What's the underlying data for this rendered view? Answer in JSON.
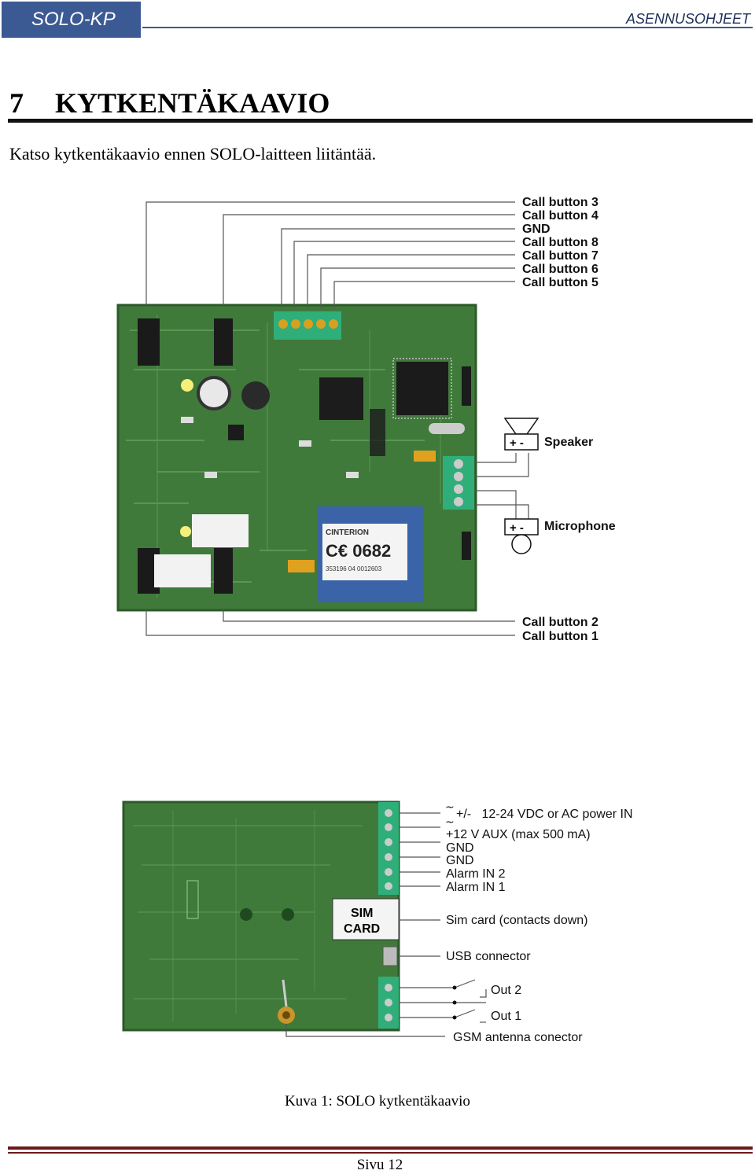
{
  "header": {
    "left": "SOLO-KP",
    "right": "ASENNUSOHJEET"
  },
  "section": {
    "number": "7",
    "title": "KYTKENTÄKAAVIO"
  },
  "intro": "Katso kytkentäkaavio ennen SOLO-laitteen liitäntää.",
  "board_top": {
    "labels_top": [
      "Call button 3",
      "Call button 4",
      "GND",
      "Call button 8",
      "Call button 7",
      "Call button 6",
      "Call button 5"
    ],
    "speaker_polarity": "+ -",
    "speaker_label": "Speaker",
    "microphone_polarity": "+ -",
    "microphone_label": "Microphone",
    "labels_bottom": [
      "Call button 2",
      "Call button 1"
    ],
    "module_brand": "CINTERION",
    "module_ce": "C€ 0682",
    "module_serial": "353196 04 0012603"
  },
  "board_bottom": {
    "power": "+/-   12-24 VDC or AC power IN",
    "aux": "+12 V AUX (max 500 mA)",
    "gnd1": "GND",
    "gnd2": "GND",
    "alarm2": "Alarm IN 2",
    "alarm1": "Alarm IN 1",
    "sim_line1": "SIM",
    "sim_line2": "CARD",
    "sim": "Sim card (contacts down)",
    "usb": "USB connector",
    "out2": "Out 2",
    "out1": "Out 1",
    "antenna": "GSM antenna conector"
  },
  "caption": "Kuva 1: SOLO kytkentäkaavio",
  "footer": "Sivu 12"
}
